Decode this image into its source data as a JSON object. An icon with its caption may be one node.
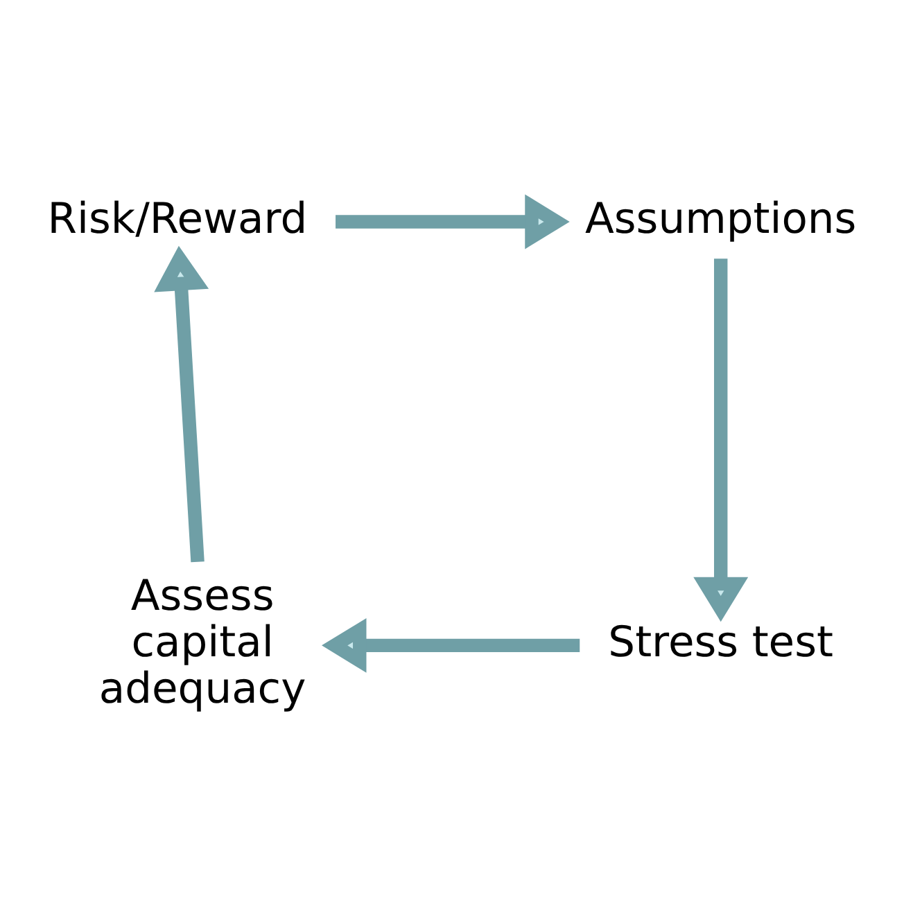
{
  "diagram": {
    "nodes": [
      {
        "text": [
          "Risk/Reward"
        ]
      },
      {
        "text": [
          "Assumptions"
        ]
      },
      {
        "text": [
          "Stress test"
        ]
      },
      {
        "text": [
          "Assess capital adequacy"
        ]
      }
    ],
    "edges": [
      {
        "from": 0,
        "to": 1,
        "arrow": "to"
      },
      {
        "from": 1,
        "to": 2,
        "arrow": "to"
      },
      {
        "from": 2,
        "to": 3,
        "arrow": "to"
      },
      {
        "from": 3,
        "to": 0,
        "arrow": "to"
      }
    ]
  }
}
